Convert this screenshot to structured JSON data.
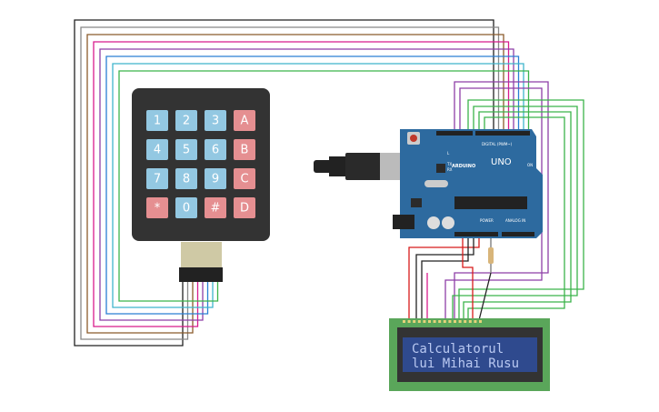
{
  "keypad": {
    "keys": [
      "1",
      "2",
      "3",
      "A",
      "4",
      "5",
      "6",
      "B",
      "7",
      "8",
      "9",
      "C",
      "*",
      "0",
      "#",
      "D"
    ],
    "key_types": [
      "n",
      "n",
      "n",
      "l",
      "n",
      "n",
      "n",
      "l",
      "n",
      "n",
      "n",
      "l",
      "l",
      "n",
      "l",
      "l"
    ],
    "colors": {
      "number_key": "#93c8e2",
      "letter_key": "#e58f91",
      "body": "#333333"
    }
  },
  "arduino": {
    "model": "UNO",
    "logo": "ARDUINO",
    "digital_label": "DIGITAL (PWM~)",
    "power_label": "POWER",
    "analog_label": "ANALOG IN",
    "tx": "TX",
    "rx": "RX",
    "led_l": "L",
    "on": "ON",
    "color": "#2d6a9f"
  },
  "lcd": {
    "line1": "Calculatorul",
    "line2": "lui Mihai Rusu",
    "board_color": "#5aa65a",
    "screen_color": "#2f4a8e"
  },
  "wire_colors": [
    "#222222",
    "#888888",
    "#8b5a2b",
    "#d81b8c",
    "#8e3fa8",
    "#2a7fd4",
    "#3fb5cc",
    "#3bb34a"
  ]
}
